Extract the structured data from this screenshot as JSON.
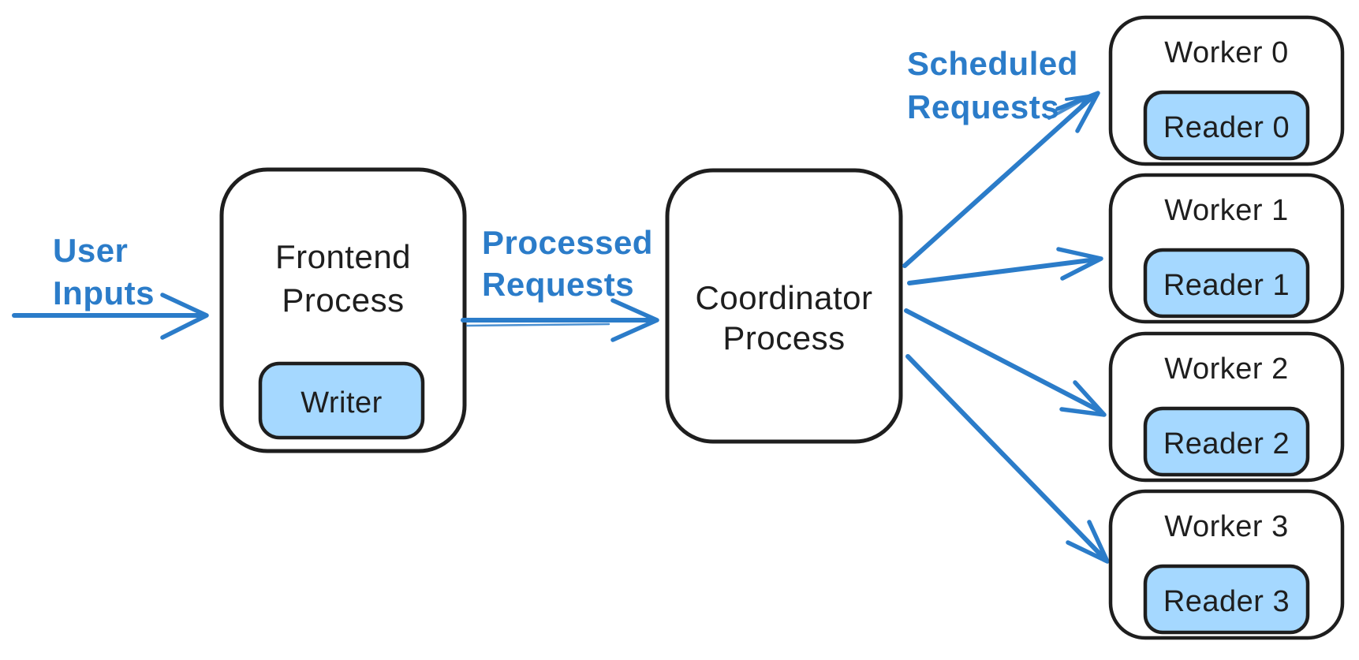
{
  "colors": {
    "accent_blue": "#2b7cc9",
    "chip_fill": "#a5d8ff",
    "ink": "#1e1e1e",
    "node_fill": "#ffffff",
    "background": "#ffffff"
  },
  "labels": {
    "user_inputs": [
      "User",
      "Inputs"
    ],
    "processed_requests": [
      "Processed",
      "Requests"
    ],
    "scheduled_requests": [
      "Scheduled",
      "Requests"
    ]
  },
  "nodes": {
    "frontend": {
      "title": [
        "Frontend",
        "Process"
      ],
      "child": "Writer"
    },
    "coordinator": {
      "title": [
        "Coordinator",
        "Process"
      ]
    },
    "workers": [
      {
        "title": "Worker 0",
        "child": "Reader 0"
      },
      {
        "title": "Worker 1",
        "child": "Reader 1"
      },
      {
        "title": "Worker 2",
        "child": "Reader 2"
      },
      {
        "title": "Worker 3",
        "child": "Reader 3"
      }
    ]
  }
}
